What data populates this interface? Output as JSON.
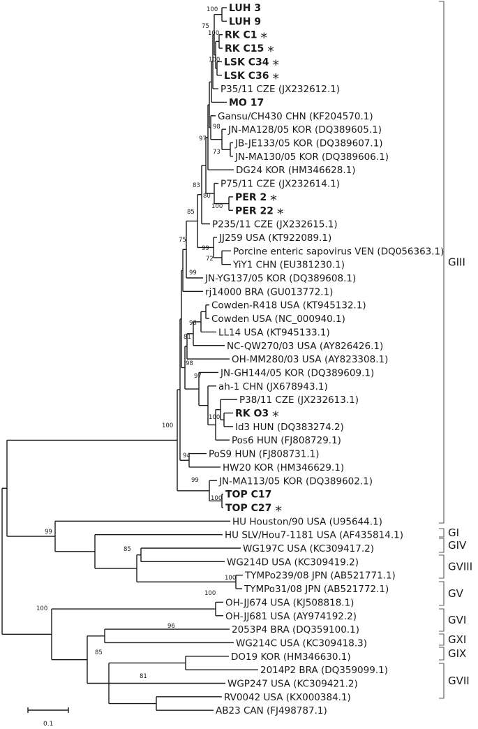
{
  "colors": {
    "branch": "#1a1a1a",
    "bracket": "#555555",
    "background": "#ffffff"
  },
  "scale_bar": {
    "label": "0.1"
  },
  "taxa": [
    {
      "id": "luh3",
      "label": "LUH 3",
      "bold": true,
      "star": false
    },
    {
      "id": "luh9",
      "label": "LUH 9",
      "bold": true,
      "star": false
    },
    {
      "id": "rkc1",
      "label": "RK C1",
      "bold": true,
      "star": true
    },
    {
      "id": "rkc15",
      "label": "RK C15",
      "bold": true,
      "star": true
    },
    {
      "id": "lskc34",
      "label": "LSK C34",
      "bold": true,
      "star": true
    },
    {
      "id": "lskc36",
      "label": "LSK C36",
      "bold": true,
      "star": true
    },
    {
      "id": "p35",
      "label": "P35/11 CZE (JX232612.1)",
      "bold": false,
      "star": false
    },
    {
      "id": "mo17",
      "label": "MO 17",
      "bold": true,
      "star": false
    },
    {
      "id": "gansu",
      "label": "Gansu/CH430 CHN (KF204570.1)",
      "bold": false,
      "star": false
    },
    {
      "id": "jnma128",
      "label": "JN-MA128/05 KOR (DQ389605.1)",
      "bold": false,
      "star": false
    },
    {
      "id": "jbje133",
      "label": "JB-JE133/05 KOR (DQ389607.1)",
      "bold": false,
      "star": false
    },
    {
      "id": "jnma130",
      "label": "JN-MA130/05 KOR (DQ389606.1)",
      "bold": false,
      "star": false
    },
    {
      "id": "dg24",
      "label": "DG24 KOR (HM346628.1)",
      "bold": false,
      "star": false
    },
    {
      "id": "p75",
      "label": "P75/11 CZE (JX232614.1)",
      "bold": false,
      "star": false
    },
    {
      "id": "per2",
      "label": "PER 2",
      "bold": true,
      "star": true
    },
    {
      "id": "per22",
      "label": "PER 22",
      "bold": true,
      "star": true
    },
    {
      "id": "p235",
      "label": "P235/11 CZE (JX232615.1)",
      "bold": false,
      "star": false
    },
    {
      "id": "jj259",
      "label": "JJ259 USA (KT922089.1)",
      "bold": false,
      "star": false
    },
    {
      "id": "porcine",
      "label": "Porcine enteric sapovirus VEN (DQ056363.1)",
      "bold": false,
      "star": false
    },
    {
      "id": "yiy1",
      "label": "YiY1 CHN (EU381230.1)",
      "bold": false,
      "star": false
    },
    {
      "id": "jnyg137",
      "label": "JN-YG137/05 KOR (DQ389608.1)",
      "bold": false,
      "star": false
    },
    {
      "id": "rj14000",
      "label": "rj14000 BRA (GU013772.1)",
      "bold": false,
      "star": false
    },
    {
      "id": "cowdenr418",
      "label": "Cowden-R418 USA (KT945132.1)",
      "bold": false,
      "star": false
    },
    {
      "id": "cowden",
      "label": "Cowden USA (NC_000940.1)",
      "bold": false,
      "star": false
    },
    {
      "id": "ll14",
      "label": "LL14 USA (KT945133.1)",
      "bold": false,
      "star": false
    },
    {
      "id": "ncqw270",
      "label": "NC-QW270/03 USA (AY826426.1)",
      "bold": false,
      "star": false
    },
    {
      "id": "ohmm280",
      "label": "OH-MM280/03 USA (AY823308.1)",
      "bold": false,
      "star": false
    },
    {
      "id": "jngh144",
      "label": "JN-GH144/05 KOR (DQ389609.1)",
      "bold": false,
      "star": false
    },
    {
      "id": "ah1",
      "label": "ah-1 CHN (JX678943.1)",
      "bold": false,
      "star": false
    },
    {
      "id": "p38",
      "label": "P38/11 CZE (JX232613.1)",
      "bold": false,
      "star": false
    },
    {
      "id": "rko3",
      "label": "RK O3",
      "bold": true,
      "star": true
    },
    {
      "id": "id3",
      "label": "Id3 HUN (DQ383274.2)",
      "bold": false,
      "star": false
    },
    {
      "id": "pos6",
      "label": "Pos6 HUN (FJ808729.1)",
      "bold": false,
      "star": false
    },
    {
      "id": "pos9",
      "label": "PoS9 HUN (FJ808731.1)",
      "bold": false,
      "star": false
    },
    {
      "id": "hw20",
      "label": "HW20 KOR (HM346629.1)",
      "bold": false,
      "star": false
    },
    {
      "id": "jnma113",
      "label": "JN-MA113/05 KOR (DQ389602.1)",
      "bold": false,
      "star": false
    },
    {
      "id": "topc17",
      "label": "TOP C17",
      "bold": true,
      "star": false
    },
    {
      "id": "topc27",
      "label": "TOP C27",
      "bold": true,
      "star": true
    },
    {
      "id": "huhouston",
      "label": "HU Houston/90 USA (U95644.1)",
      "bold": false,
      "star": false
    },
    {
      "id": "huslv",
      "label": "HU SLV/Hou7-1181 USA (AF435814.1)",
      "bold": false,
      "star": false
    },
    {
      "id": "wg197c",
      "label": "WG197C USA (KC309417.2)",
      "bold": false,
      "star": false
    },
    {
      "id": "wg214d",
      "label": "WG214D USA (KC309419.2)",
      "bold": false,
      "star": false
    },
    {
      "id": "tymp239",
      "label": "TYMPo239/08 JPN (AB521771.1)",
      "bold": false,
      "star": false
    },
    {
      "id": "tymp31",
      "label": "TYMPo31/08 JPN (AB521772.1)",
      "bold": false,
      "star": false
    },
    {
      "id": "ohjj674",
      "label": "OH-JJ674 USA (KJ508818.1)",
      "bold": false,
      "star": false
    },
    {
      "id": "ohjj681",
      "label": "OH-JJ681 USA (AY974192.2)",
      "bold": false,
      "star": false
    },
    {
      "id": "p2053",
      "label": "2053P4 BRA (DQ359100.1)",
      "bold": false,
      "star": false
    },
    {
      "id": "wg214c",
      "label": "WG214C USA (KC309418.3)",
      "bold": false,
      "star": false
    },
    {
      "id": "do19",
      "label": "DO19 KOR (HM346630.1)",
      "bold": false,
      "star": false
    },
    {
      "id": "p2014",
      "label": "2014P2 BRA (DQ359099.1)",
      "bold": false,
      "star": false
    },
    {
      "id": "wgp247",
      "label": "WGP247 USA (KC309421.2)",
      "bold": false,
      "star": false
    },
    {
      "id": "rv0042",
      "label": "RV0042 USA (KX000384.1)",
      "bold": false,
      "star": false
    },
    {
      "id": "ab23",
      "label": "AB23 CAN (FJ498787.1)",
      "bold": false,
      "star": false
    }
  ],
  "bootstrap": [
    {
      "id": "b_luh",
      "label": "100"
    },
    {
      "id": "b_rk",
      "label": "100"
    },
    {
      "id": "b_75a",
      "label": "75"
    },
    {
      "id": "b_lsk",
      "label": "100"
    },
    {
      "id": "b_98",
      "label": "98"
    },
    {
      "id": "b_73",
      "label": "73"
    },
    {
      "id": "b_97a",
      "label": "97"
    },
    {
      "id": "b_80",
      "label": "80"
    },
    {
      "id": "b_per",
      "label": "100"
    },
    {
      "id": "b_83",
      "label": "83"
    },
    {
      "id": "b_85a",
      "label": "85"
    },
    {
      "id": "b_75b",
      "label": "75"
    },
    {
      "id": "b_99a",
      "label": "99"
    },
    {
      "id": "b_72",
      "label": "72"
    },
    {
      "id": "b_99b",
      "label": "99"
    },
    {
      "id": "b_98b",
      "label": "98"
    },
    {
      "id": "b_81a",
      "label": "81"
    },
    {
      "id": "b_98c",
      "label": "98"
    },
    {
      "id": "b_97b",
      "label": "97"
    },
    {
      "id": "b_rko3",
      "label": "100"
    },
    {
      "id": "b_100g3",
      "label": "100"
    },
    {
      "id": "b_94",
      "label": "94"
    },
    {
      "id": "b_99c",
      "label": "99"
    },
    {
      "id": "b_top",
      "label": "100"
    },
    {
      "id": "b_99d",
      "label": "99"
    },
    {
      "id": "b_85b",
      "label": "85"
    },
    {
      "id": "b_tymp",
      "label": "100"
    },
    {
      "id": "b_ohjj",
      "label": "100"
    },
    {
      "id": "b_100low",
      "label": "100"
    },
    {
      "id": "b_96",
      "label": "96"
    },
    {
      "id": "b_85c",
      "label": "85"
    },
    {
      "id": "b_81b",
      "label": "81"
    }
  ],
  "groups": [
    {
      "id": "giii",
      "label": "GIII"
    },
    {
      "id": "gi",
      "label": "GI"
    },
    {
      "id": "giv",
      "label": "GIV"
    },
    {
      "id": "gviii",
      "label": "GVIII"
    },
    {
      "id": "gv",
      "label": "GV"
    },
    {
      "id": "gvi",
      "label": "GVI"
    },
    {
      "id": "gxi",
      "label": "GXI"
    },
    {
      "id": "gix",
      "label": "GIX"
    },
    {
      "id": "gvii",
      "label": "GVII"
    }
  ]
}
